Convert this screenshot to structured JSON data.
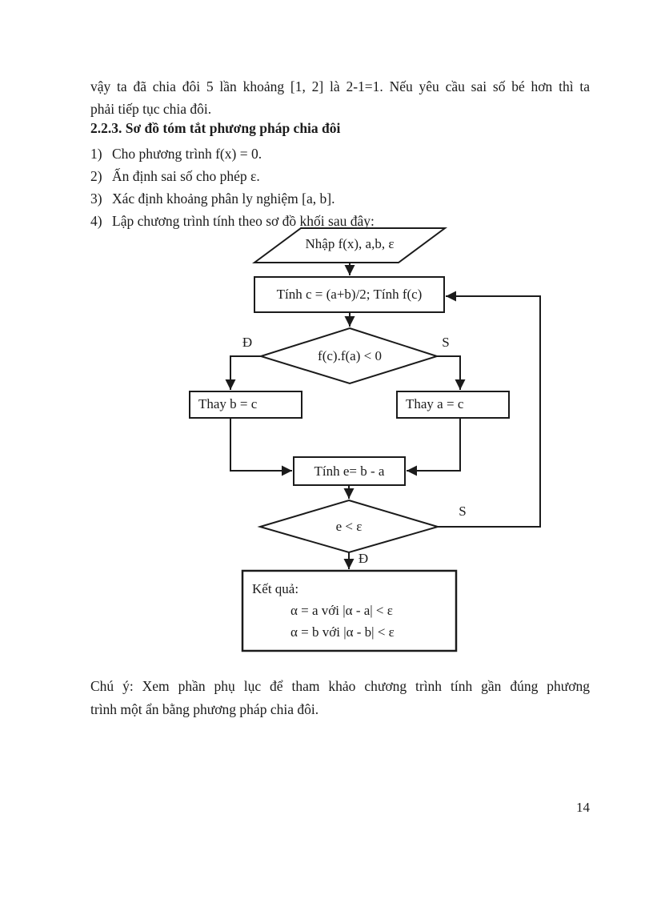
{
  "colors": {
    "ink": "#1b1b1b",
    "paper": "#ffffff"
  },
  "intro": {
    "line1": "vậy ta đã chia đôi 5 lần khoảng [1, 2] là 2-1=1. Nếu yêu cầu sai số bé hơn thì ta",
    "line2": "phải tiếp tục chia đôi."
  },
  "heading": "2.2.3. Sơ đồ tóm tắt phương pháp chia đôi",
  "steps": [
    {
      "num": "1)",
      "text": "Cho phương trình f(x) = 0."
    },
    {
      "num": "2)",
      "text": "Ấn định sai số cho phép ε."
    },
    {
      "num": "3)",
      "text": "Xác định khoảng phân ly nghiệm [a, b]."
    },
    {
      "num": "4)",
      "text": "Lập chương trình tính theo sơ đồ khối sau đây:"
    }
  ],
  "flowchart": {
    "input_label": "Nhập f(x), a,b, ε",
    "compute_c_label": "Tính c = (a+b)/2; Tính f(c)",
    "decision1_label": "f(c).f(a) < 0",
    "decision1_true": "Đ",
    "decision1_false": "S",
    "replace_b_label": "Thay b = c",
    "replace_a_label": "Thay a = c",
    "compute_e_label": "Tính e= b - a",
    "decision2_label": "e < ε",
    "decision2_true": "Đ",
    "decision2_false": "S",
    "result_title": "Kết quả:",
    "result_lines": [
      "α = a với |α - a| < ε",
      "α = b với |α - b| < ε"
    ]
  },
  "note": {
    "line1": "Chú ý: Xem phần phụ lục để tham khảo chương trình tính gần đúng phương",
    "line2": "trình một ẩn bằng phương pháp chia đôi."
  },
  "footer": {
    "page_number": "14"
  }
}
